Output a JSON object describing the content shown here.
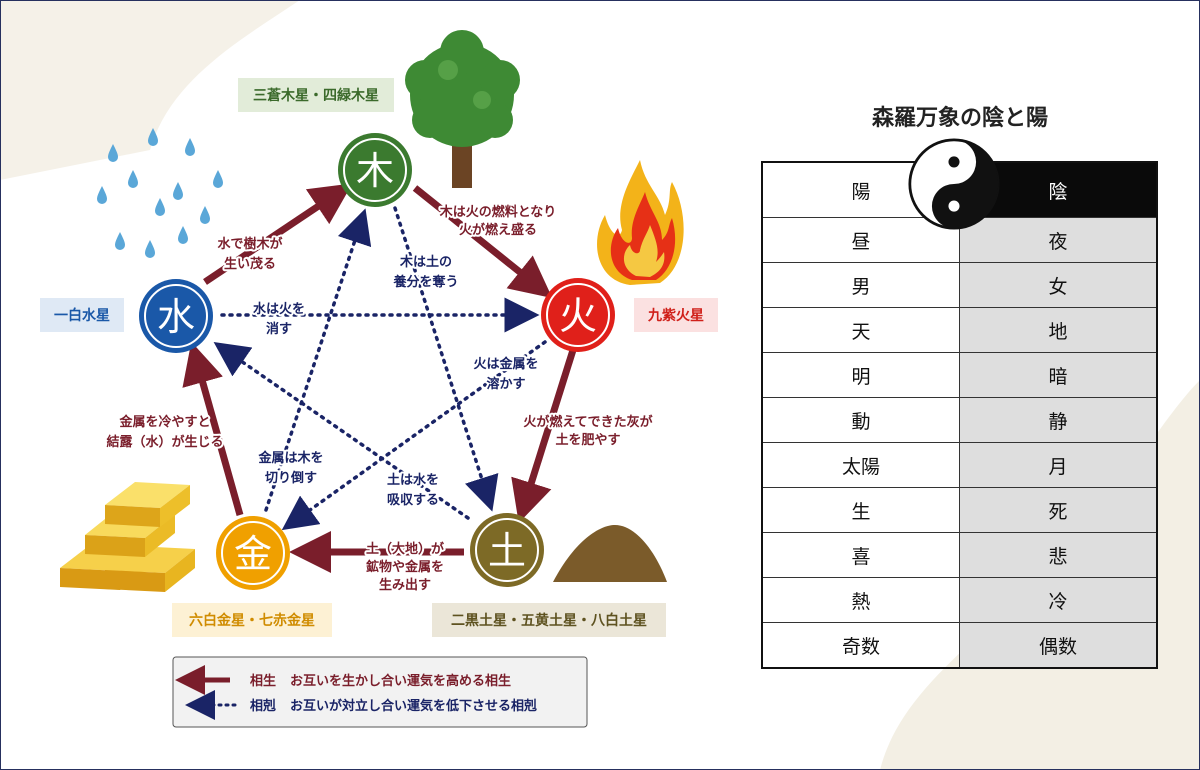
{
  "elements": {
    "wood": {
      "char": "木",
      "tag": "三蒼木星・四緑木星",
      "color": "#3b7a2f",
      "tag_bg": "#e2ecd9",
      "tag_color": "#3b6a2b"
    },
    "fire": {
      "char": "火",
      "tag": "九紫火星",
      "color": "#e0201a",
      "tag_bg": "#fbe1e1",
      "tag_color": "#d0201a"
    },
    "earth": {
      "char": "土",
      "tag": "二黒土星・五黄土星・八白土星",
      "color": "#7d6a26",
      "tag_bg": "#ebe6d8",
      "tag_color": "#5e5220"
    },
    "metal": {
      "char": "金",
      "tag": "六白金星・七赤金星",
      "color": "#f0a000",
      "tag_bg": "#fdf1d4",
      "tag_color": "#d08c00"
    },
    "water": {
      "char": "水",
      "tag": "一白水星",
      "color": "#1a58a8",
      "tag_bg": "#dfe9f5",
      "tag_color": "#1a58a8"
    }
  },
  "generating": {
    "wood_fire": [
      "木は火の燃料となり",
      "火が燃え盛る"
    ],
    "fire_earth": [
      "火が燃えてできた灰が",
      "土を肥やす"
    ],
    "earth_metal": [
      "土（大地）が",
      "鉱物や金属を",
      "生み出す"
    ],
    "metal_water": [
      "金属を冷やすと",
      "結露（水）が生じる"
    ],
    "water_wood": [
      "水で樹木が",
      "生い茂る"
    ]
  },
  "overcoming": {
    "wood_earth": [
      "木は土の",
      "養分を奪う"
    ],
    "earth_water": [
      "土は水を",
      "吸収する"
    ],
    "water_fire": [
      "水は火を",
      "消す"
    ],
    "fire_metal": [
      "火は金属を",
      "溶かす"
    ],
    "metal_wood": [
      "金属は木を",
      "切り倒す"
    ]
  },
  "legend": {
    "generating_term": "相生",
    "generating_desc": "お互いを生かし合い運気を高める相生",
    "overcoming_term": "相剋",
    "overcoming_desc": "お互いが対立し合い運気を低下させる相剋"
  },
  "colors": {
    "generating_arrow": "#7a1e2b",
    "overcoming_arrow": "#1a2466"
  },
  "yin_yang": {
    "title": "森羅万象の陰と陽",
    "header": {
      "yang": "陽",
      "yin": "陰"
    },
    "rows": [
      {
        "yang": "昼",
        "yin": "夜"
      },
      {
        "yang": "男",
        "yin": "女"
      },
      {
        "yang": "天",
        "yin": "地"
      },
      {
        "yang": "明",
        "yin": "暗"
      },
      {
        "yang": "動",
        "yin": "静"
      },
      {
        "yang": "太陽",
        "yin": "月"
      },
      {
        "yang": "生",
        "yin": "死"
      },
      {
        "yang": "喜",
        "yin": "悲"
      },
      {
        "yang": "熱",
        "yin": "冷"
      },
      {
        "yang": "奇数",
        "yin": "偶数"
      }
    ]
  },
  "icons": {
    "wood": "tree-icon",
    "fire": "flame-icon",
    "earth": "mound-icon",
    "metal": "gold-bars-icon",
    "water": "water-drops-icon",
    "yin_yang": "taiji-icon"
  }
}
